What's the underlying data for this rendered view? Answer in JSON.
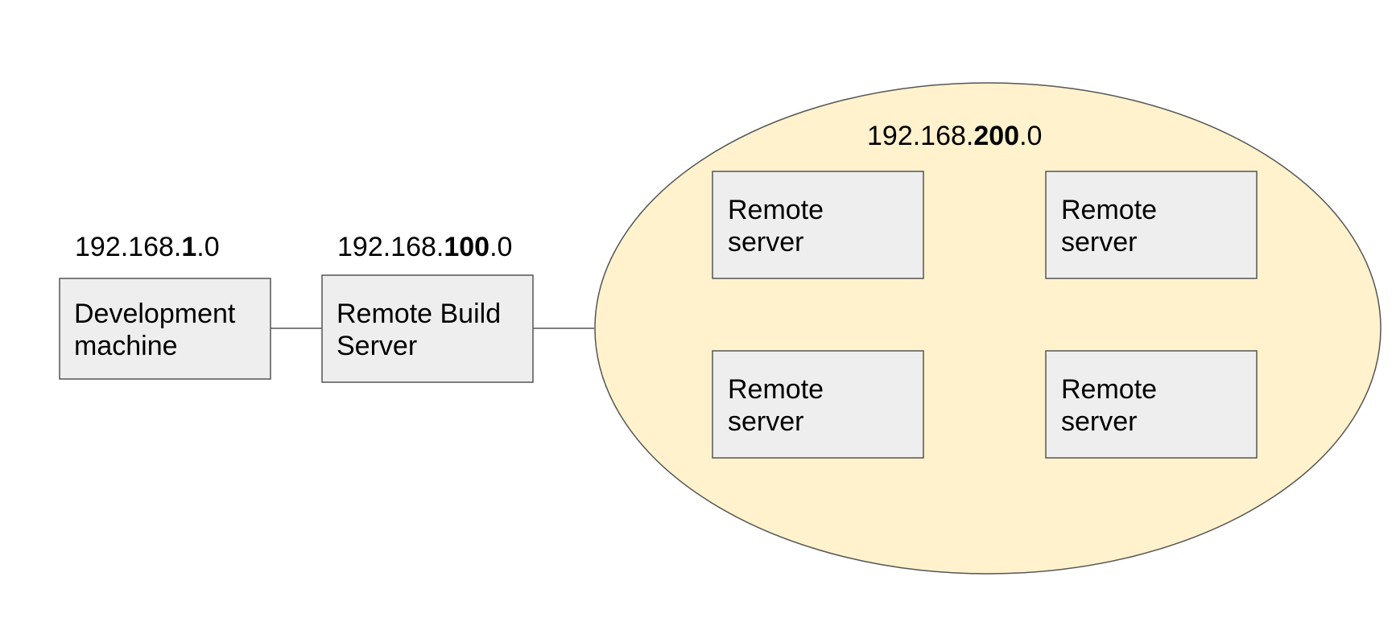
{
  "subnets": [
    {
      "prefix": "192.168.",
      "octet": "1",
      "suffix": ".0"
    },
    {
      "prefix": "192.168.",
      "octet": "100",
      "suffix": ".0"
    },
    {
      "prefix": "192.168.",
      "octet": "200",
      "suffix": ".0"
    }
  ],
  "nodes": {
    "dev_machine": {
      "line1": "Development",
      "line2": "machine"
    },
    "build_server": {
      "line1": "Remote Build",
      "line2": "Server"
    },
    "remote_servers": [
      {
        "line1": "Remote",
        "line2": "server"
      },
      {
        "line1": "Remote",
        "line2": "server"
      },
      {
        "line1": "Remote",
        "line2": "server"
      },
      {
        "line1": "Remote",
        "line2": "server"
      }
    ]
  },
  "colors": {
    "box_fill": "#eeeeee",
    "network_fill": "#fff2cc",
    "stroke": "#555555"
  }
}
